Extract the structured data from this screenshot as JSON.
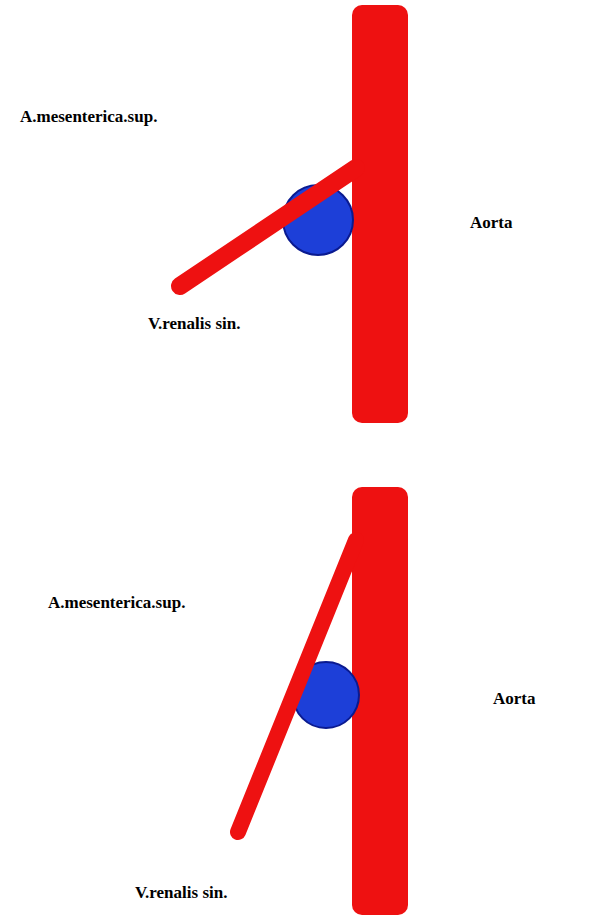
{
  "diagram": {
    "labels": [
      "A.mesenterica.sup.",
      "Aorta",
      "V.renalis sin.",
      "A.mesenterica.sup.",
      "Aorta",
      "V.renalis sin."
    ]
  }
}
